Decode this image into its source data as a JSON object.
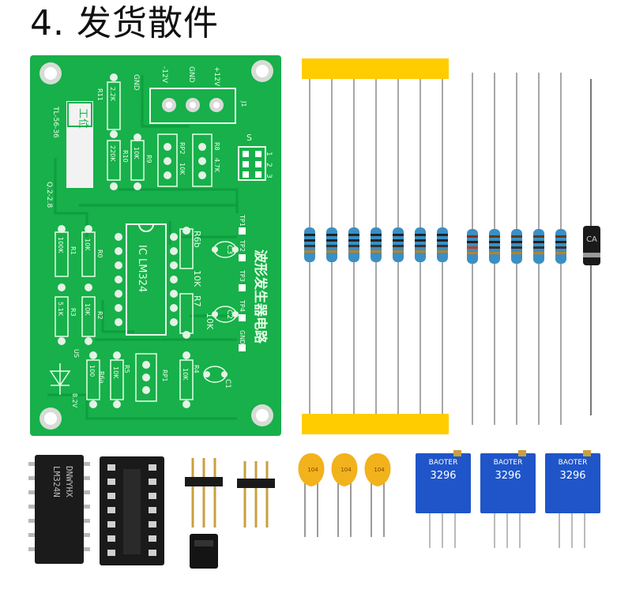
{
  "title": "4. 发货散件",
  "pcb": {
    "board_title": "波形发生器电路",
    "ic_label": "IC LM324",
    "connector_labels": [
      "-12V",
      "GND",
      "+12V"
    ],
    "connector_id": "J1",
    "header_label": "S",
    "header_pins": [
      "1",
      "2",
      "3"
    ],
    "logo": "工位",
    "side_texts": [
      "TL-56-36",
      "Q.2-2.8"
    ],
    "gnd_top": "GND",
    "test_points": [
      "TP1",
      "TP2",
      "TP3",
      "TP4",
      "GND"
    ],
    "components": [
      {
        "ref": "R11",
        "value": "2.2K"
      },
      {
        "ref": "R10",
        "value": "220K"
      },
      {
        "ref": "R9",
        "value": "10K"
      },
      {
        "ref": "RP2",
        "value": "10K"
      },
      {
        "ref": "R8",
        "value": "4.7K"
      },
      {
        "ref": "R1",
        "value": "100K"
      },
      {
        "ref": "R0",
        "value": "10K"
      },
      {
        "ref": "R3",
        "value": "5.1K"
      },
      {
        "ref": "R2",
        "value": "10K"
      },
      {
        "ref": "R6a",
        "value": "100"
      },
      {
        "ref": "R5",
        "value": "10K"
      },
      {
        "ref": "R4",
        "value": "10K"
      },
      {
        "ref": "R6b",
        "value": "10K"
      },
      {
        "ref": "R7",
        "value": "10K"
      },
      {
        "ref": "C1",
        "value": ""
      },
      {
        "ref": "C2",
        "value": ""
      },
      {
        "ref": "C3",
        "value": ""
      },
      {
        "ref": "RP1",
        "value": ""
      },
      {
        "ref": "US",
        "value": "8.2V"
      }
    ]
  },
  "parts": {
    "diode_label": "CA",
    "chip_label_line1": "DNWYHX",
    "chip_label_line2": "LM324N",
    "cap_code": "104",
    "pot_brand": "BAOTER",
    "pot_model": "3296"
  },
  "colors": {
    "pcb": "#17b04a",
    "pcb_dark": "#0e8a36",
    "resistor_body": "#3a8fc4",
    "tape": "#ffcc00",
    "pot": "#1f55c8",
    "chip": "#1b1b1b"
  }
}
